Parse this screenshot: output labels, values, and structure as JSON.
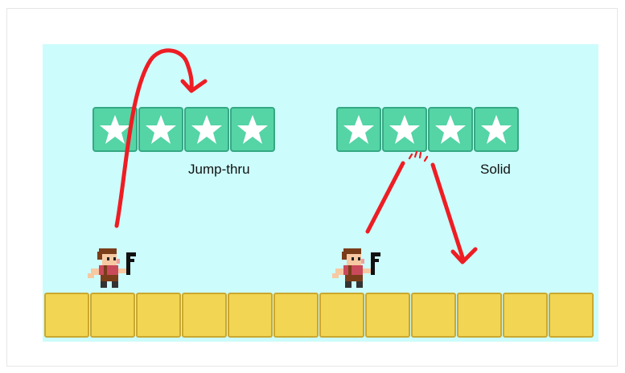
{
  "scene": {
    "labels": {
      "jump_thru": "Jump-thru",
      "solid": "Solid"
    },
    "platforms": [
      {
        "type": "jump-thru",
        "blocks": 4,
        "icon": "star-icon"
      },
      {
        "type": "solid",
        "blocks": 4,
        "icon": "star-icon"
      }
    ],
    "ground_blocks": 12,
    "characters": 2
  },
  "colors": {
    "sky": "#ccfcfc",
    "star_block": "#55d4a6",
    "ground_block": "#f2d552",
    "arrow": "#ee1d24"
  }
}
